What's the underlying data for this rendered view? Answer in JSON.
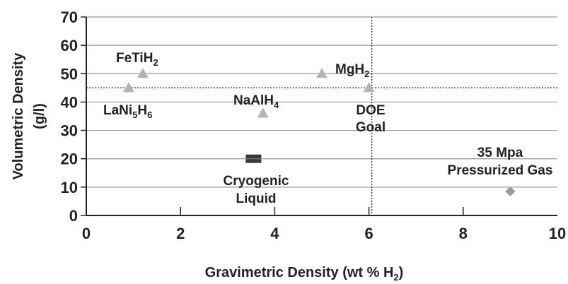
{
  "chart_data": {
    "type": "scatter",
    "xlabel_parts": [
      "Gravimetric Density (wt % H",
      "2",
      ")"
    ],
    "ylabel_lines": [
      "Volumetric Density",
      "(g/l)"
    ],
    "xlim": [
      0,
      10
    ],
    "ylim": [
      0,
      70
    ],
    "x_ticks": [
      0,
      2,
      4,
      6,
      8,
      10
    ],
    "y_ticks": [
      0,
      10,
      20,
      30,
      40,
      50,
      60,
      70
    ],
    "grid": "horizontal",
    "points": [
      {
        "label_parts": [
          "FeTiH",
          "2",
          ""
        ],
        "x": 1.2,
        "y": 50,
        "marker": "triangle",
        "color": "#b3b3b3"
      },
      {
        "label_parts": [
          "LaNi",
          "5",
          "H",
          "6",
          ""
        ],
        "x": 0.9,
        "y": 45,
        "marker": "triangle",
        "color": "#b3b3b3"
      },
      {
        "label_parts": [
          "NaAlH",
          "4",
          ""
        ],
        "x": 3.75,
        "y": 36,
        "marker": "triangle",
        "color": "#b3b3b3"
      },
      {
        "label_parts": [
          "MgH",
          "2",
          ""
        ],
        "x": 5.0,
        "y": 50,
        "marker": "triangle",
        "color": "#b3b3b3"
      },
      {
        "label_lines": [
          "DOE",
          "Goal"
        ],
        "x": 6.0,
        "y": 45,
        "marker": "triangle",
        "color": "#b3b3b3"
      },
      {
        "label_lines": [
          "Cryogenic",
          "Liquid"
        ],
        "x": 3.55,
        "y": 20,
        "marker": "square",
        "color": "#3a3a3a"
      },
      {
        "label_lines": [
          "35 Mpa",
          "Pressurized Gas"
        ],
        "x": 9.0,
        "y": 8.5,
        "marker": "diamond",
        "color": "#9a9a9a"
      }
    ],
    "reference_lines": [
      {
        "axis": "y",
        "value": 45,
        "style": "dotted"
      },
      {
        "axis": "x",
        "value": 6.0,
        "style": "dotted"
      }
    ]
  }
}
